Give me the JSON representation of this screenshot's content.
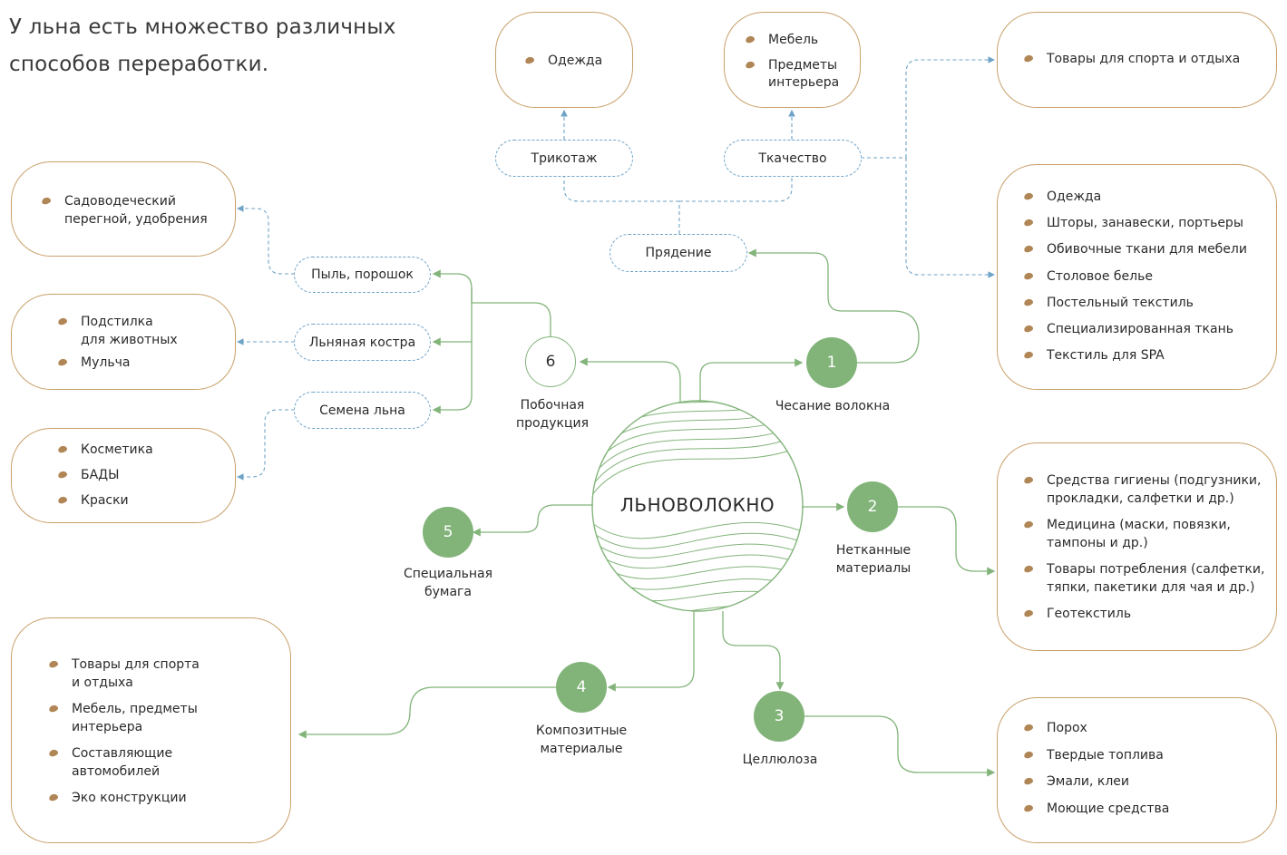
{
  "title": {
    "line1": "У льна есть множество различных",
    "line2": "способов переработки."
  },
  "center": {
    "label": "ЛЬНОВОЛОКНО"
  },
  "categories": [
    {
      "num": "1",
      "label": "Чесание волокна"
    },
    {
      "num": "2",
      "label_line1": "Нетканные",
      "label_line2": "материалы"
    },
    {
      "num": "3",
      "label": "Целлюлоза"
    },
    {
      "num": "4",
      "label_line1": "Композитные",
      "label_line2": "материалые"
    },
    {
      "num": "5",
      "label_line1": "Специальная",
      "label_line2": "бумага"
    },
    {
      "num": "6",
      "label_line1": "Побочная",
      "label_line2": "продукция"
    }
  ],
  "processes": {
    "spinning": "Прядение",
    "knitting": "Трикотаж",
    "weaving": "Ткачество",
    "dust": "Пыль, порошок",
    "shive": "Льняная костра",
    "seeds": "Семена льна"
  },
  "boxes": {
    "knit_products": [
      "Одежда"
    ],
    "weave_products": [
      {
        "line1": "Мебель"
      },
      {
        "line1": "Предметы",
        "line2": "интерьера"
      }
    ],
    "sport": [
      "Товары для спорта и отдыха"
    ],
    "textiles": [
      "Одежда",
      "Шторы, занавески, портьеры",
      "Обивочные ткани для мебели",
      "Столовое белье",
      "Постельный текстиль",
      "Специализированная ткань",
      "Текстиль для SPA"
    ],
    "garden": [
      {
        "line1": "Садоводеческий",
        "line2": "перегной, удобрения"
      }
    ],
    "animal": [
      {
        "line1": "Подстилка",
        "line2": "для животных"
      },
      {
        "line1": "Мульча"
      }
    ],
    "seeds_products": [
      "Косметика",
      "БАДЫ",
      "Краски"
    ],
    "nonwoven": [
      {
        "line1": "Средства гигиены (подгузники,",
        "line2": "прокладки, салфетки и др.)"
      },
      {
        "line1": "Медицина (маски, повязки,",
        "line2": "тампоны и др.)"
      },
      {
        "line1": "Товары потребления (салфетки,",
        "line2": "тяпки, пакетики для чая и др.)"
      },
      {
        "line1": "Геотекстиль"
      }
    ],
    "composite": [
      {
        "line1": "Товары для спорта",
        "line2": "и отдыха"
      },
      {
        "line1": "Мебель, предметы",
        "line2": "интерьера"
      },
      {
        "line1": "Составляющие",
        "line2": "автомобилей"
      },
      {
        "line1": "Эко конструкции"
      }
    ],
    "cellulose": [
      "Порох",
      "Твердые топлива",
      "Эмали, клеи",
      "Моющие средства"
    ]
  },
  "colors": {
    "green": "#82b47a",
    "box_border": "#c8a06a",
    "dashed_blue": "#6fa3c7",
    "bullet": "#b08656"
  }
}
